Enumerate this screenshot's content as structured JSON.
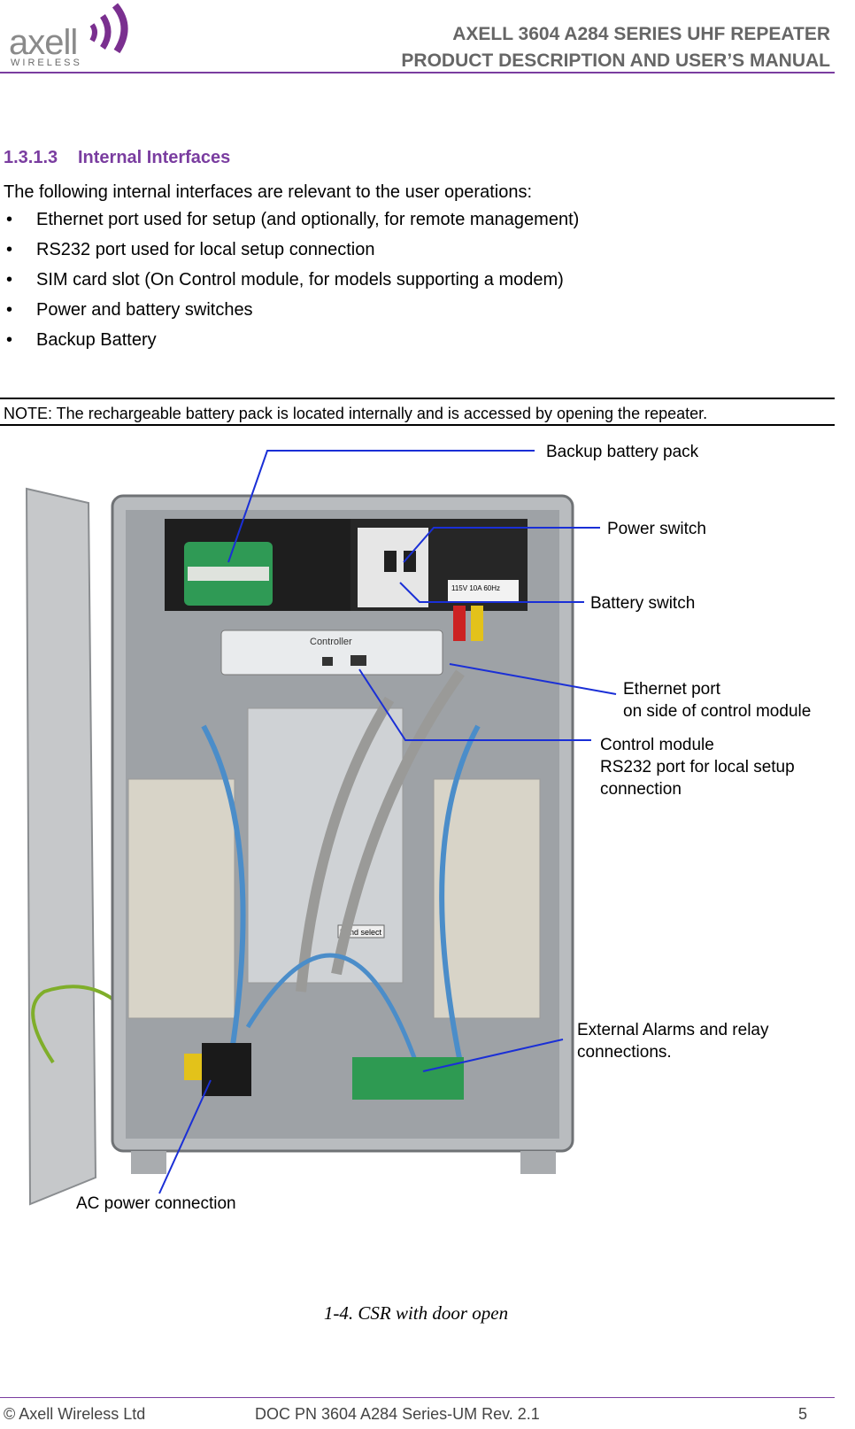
{
  "header": {
    "logo_text": "axell",
    "logo_sub": "WIRELESS",
    "title_line1": "AXELL 3604 A284 SERIES UHF REPEATER",
    "title_line2": "PRODUCT DESCRIPTION AND USER’S MANUAL"
  },
  "section": {
    "number": "1.3.1.3",
    "title": "Internal Interfaces"
  },
  "intro": "The following internal interfaces are relevant to the user operations:",
  "bullets": [
    "Ethernet port used for setup (and optionally, for remote management)",
    "RS232 port used for local setup connection",
    "SIM card slot (On Control module, for models supporting a modem)",
    "Power and battery switches",
    "Backup Battery"
  ],
  "note": "NOTE: The rechargeable battery pack is located internally and is accessed by opening the repeater.",
  "figure": {
    "callouts": {
      "backup_battery": "Backup battery pack",
      "power_switch": "Power switch",
      "battery_switch": "Battery switch",
      "ethernet_1": "Ethernet port",
      "ethernet_2": "on side of control module",
      "control_1": "Control module",
      "control_2": "RS232 port for local setup",
      "control_3": "connection",
      "alarms_1": "External Alarms and relay",
      "alarms_2": "connections.",
      "ac_power": "AC power connection"
    },
    "inner_labels": {
      "controller": "Controller",
      "band_select": "Band select",
      "switch_rating": "115V 10A 60Hz"
    },
    "colors": {
      "callout_line": "#1a2fd6",
      "enclosure": "#b9bcbf",
      "battery": "#2f9a55"
    }
  },
  "caption": "1-4.  CSR with door open",
  "footer": {
    "left": "© Axell Wireless Ltd",
    "middle": "DOC PN 3604 A284 Series-UM Rev. 2.1",
    "page": "5"
  }
}
